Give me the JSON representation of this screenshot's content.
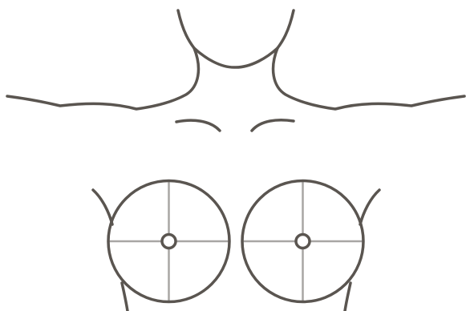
{
  "figure": {
    "subject": "breast-anatomy-quadrant-diagram",
    "colors": {
      "outline": "#5a5550",
      "quadrant_lines": "#a8a6a4",
      "background": "#ffffff"
    },
    "breasts": [
      {
        "side": "right-of-patient",
        "quadrants": 4,
        "has_nipple_marker": true
      },
      {
        "side": "left-of-patient",
        "quadrants": 4,
        "has_nipple_marker": true
      }
    ]
  }
}
